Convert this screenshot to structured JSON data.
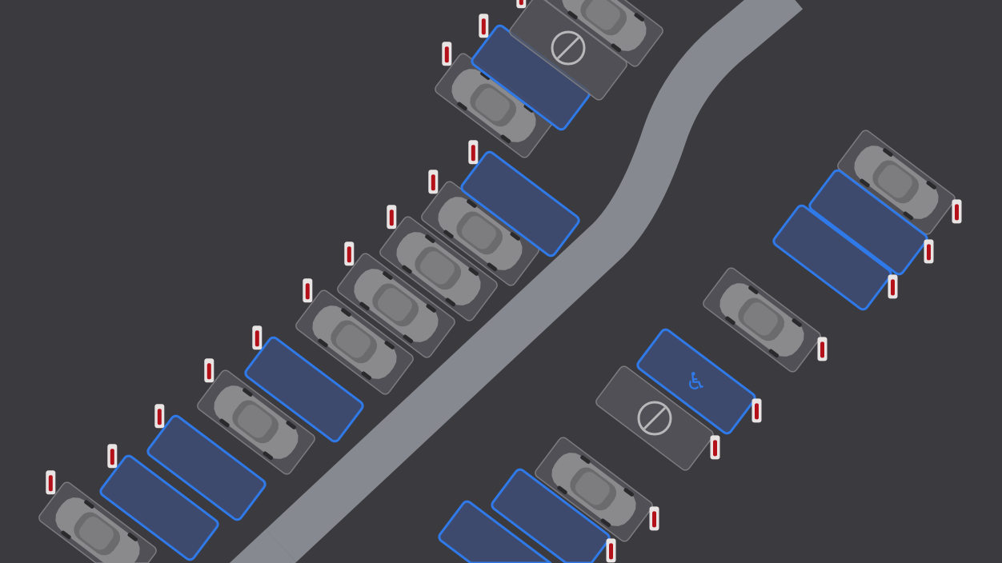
{
  "colors": {
    "background": "#3b3a3f",
    "road": "#868a90",
    "available_outline": "#2f7ae8",
    "available_fill": "#3e4b70",
    "occupied_fill": "#55555a",
    "occupied_outline": "#7c7c80",
    "car": "#8a8a8c",
    "charger_red": "#b3101a"
  },
  "stalls": {
    "left_row": [
      "occupied",
      "available",
      "available",
      "occupied",
      "available",
      "occupied",
      "occupied",
      "occupied",
      "occupied",
      "available",
      "occupied",
      "available",
      "blocked",
      "occupied"
    ],
    "right_row": [
      "occupied",
      "available",
      "available",
      "occupied",
      "accessible",
      "blocked",
      "occupied",
      "available",
      "available"
    ]
  },
  "icons": {
    "blocked": "no-entry-icon",
    "accessible": "wheelchair-icon",
    "charger": "charger-post-icon",
    "car": "car-icon"
  }
}
